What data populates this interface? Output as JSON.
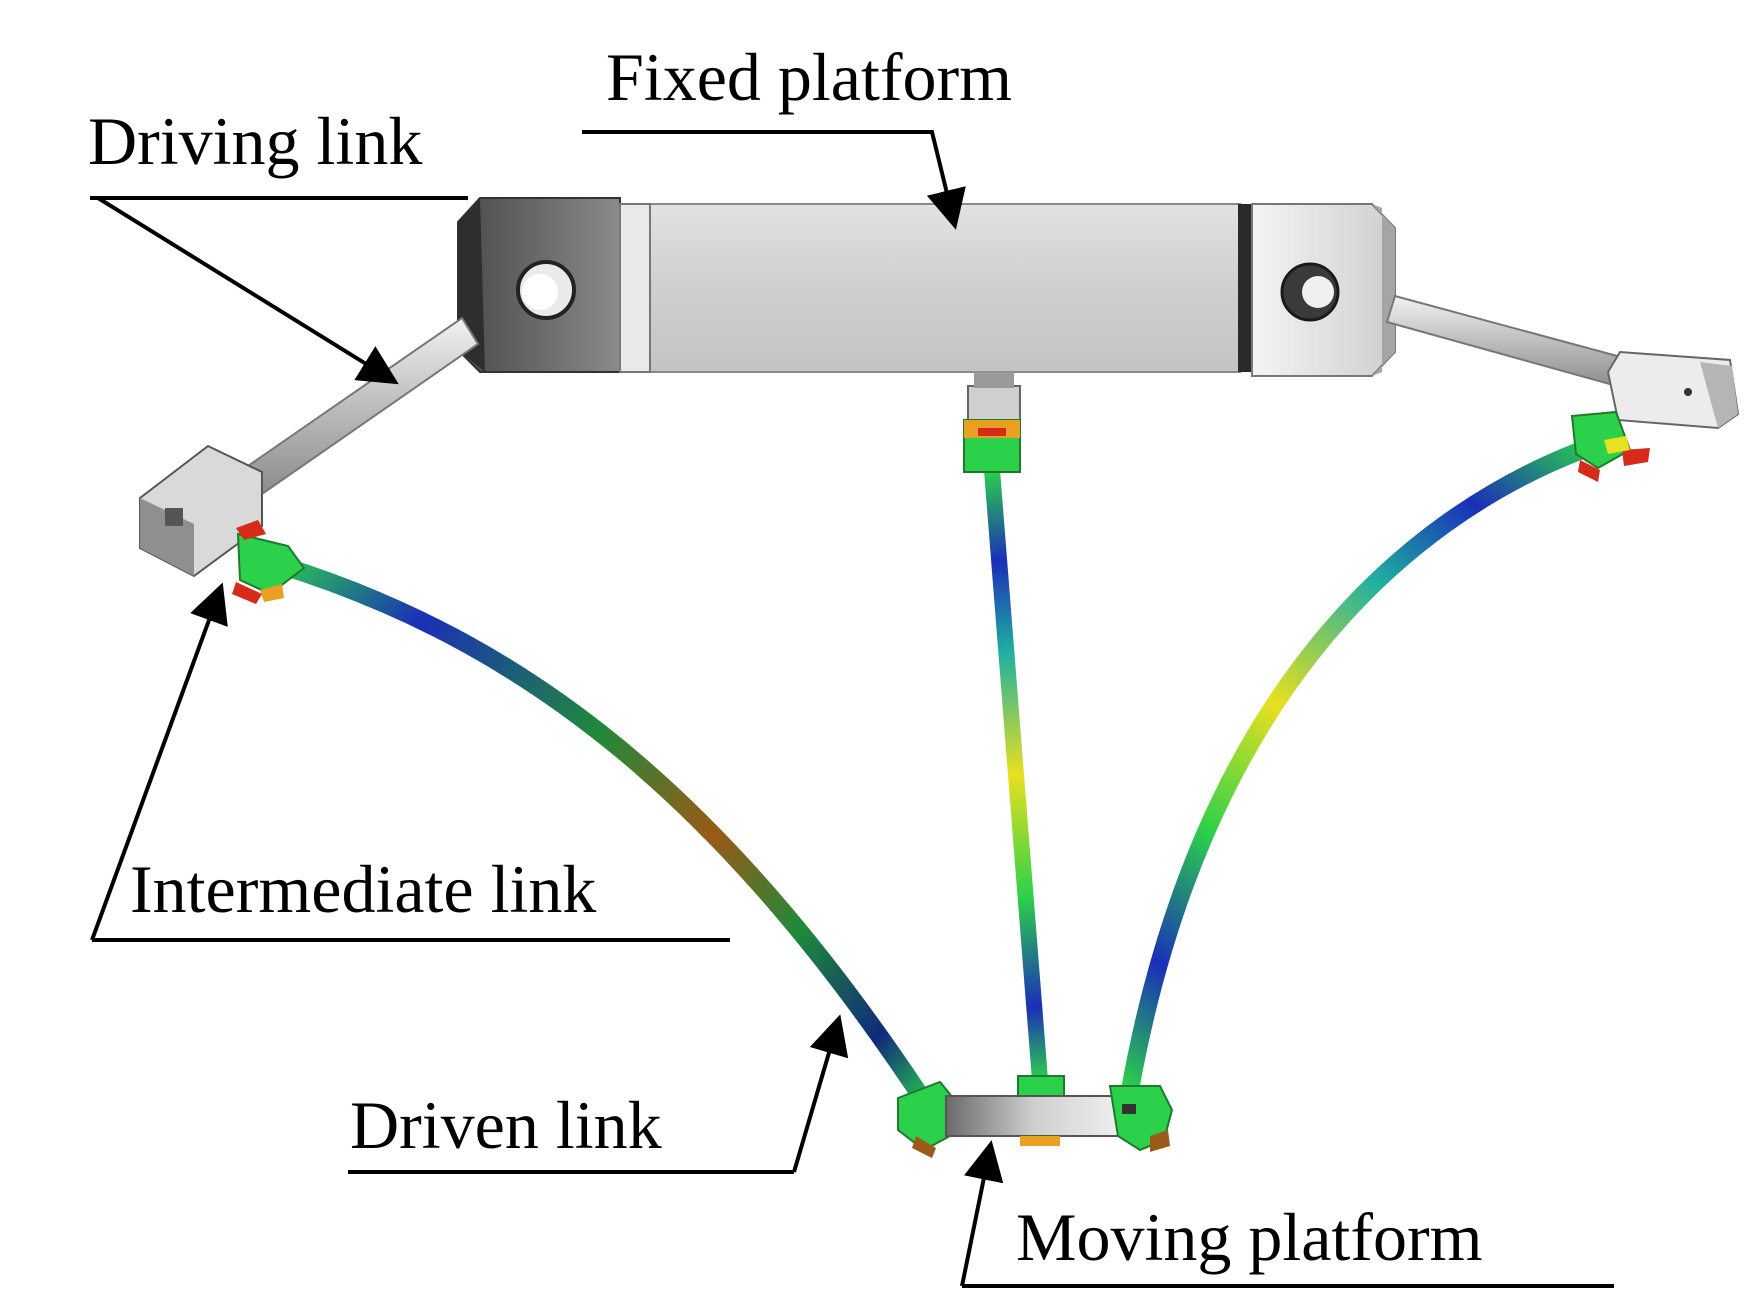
{
  "labels": {
    "fixed_platform": "Fixed platform",
    "driving_link": "Driving link",
    "intermediate_link": "Intermediate link",
    "driven_link": "Driven link",
    "moving_platform": "Moving platform"
  },
  "colors": {
    "platform_light": "#d8d8d8",
    "platform_mid": "#bdbdbd",
    "platform_dark": "#6e6e6e",
    "link_silver": "#c9c9c9",
    "fea_blue": "#1a2fb8",
    "fea_green": "#2bd14a",
    "fea_yellow": "#e8e020",
    "fea_red": "#d62a1a",
    "fea_navy": "#102a7a",
    "fea_brown": "#9a5a18"
  }
}
